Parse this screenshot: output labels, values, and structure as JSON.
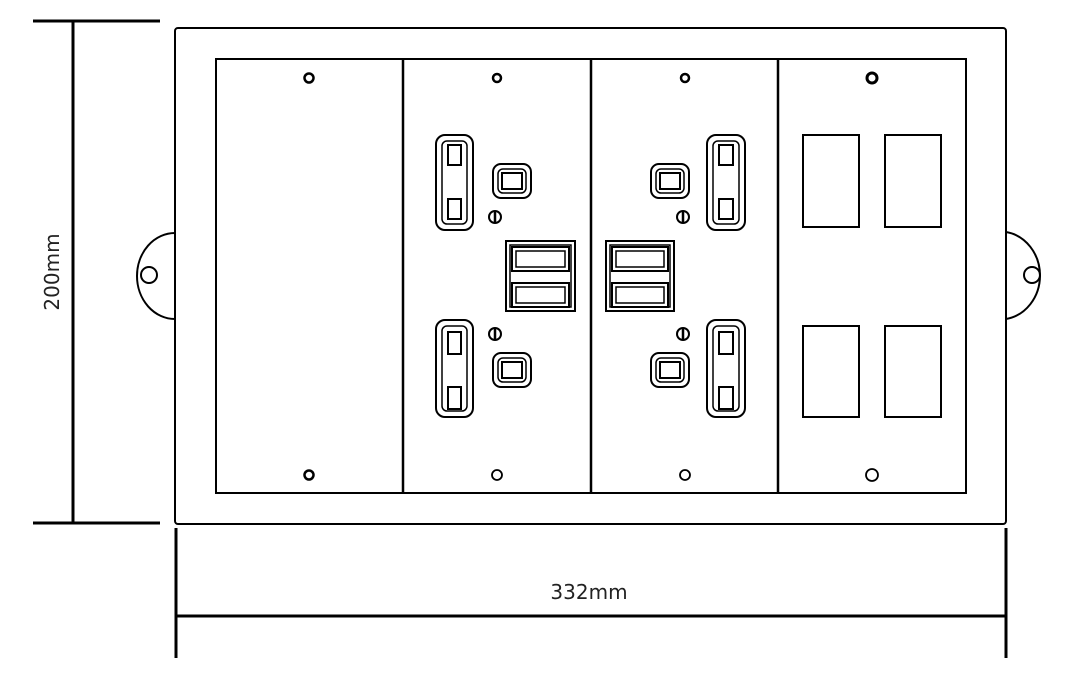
{
  "dimensions": {
    "height_label": "200mm",
    "width_label": "332mm"
  },
  "colors": {
    "line": "#000000",
    "background": "#ffffff",
    "dimension_text": "#222222"
  },
  "modules": [
    {
      "type": "blank-plate"
    },
    {
      "type": "twin-socket-module",
      "socket_count": 2,
      "switch_count": 2
    },
    {
      "type": "twin-socket-module",
      "socket_count": 2,
      "switch_count": 2
    },
    {
      "type": "data-module",
      "port_count": 4
    }
  ]
}
